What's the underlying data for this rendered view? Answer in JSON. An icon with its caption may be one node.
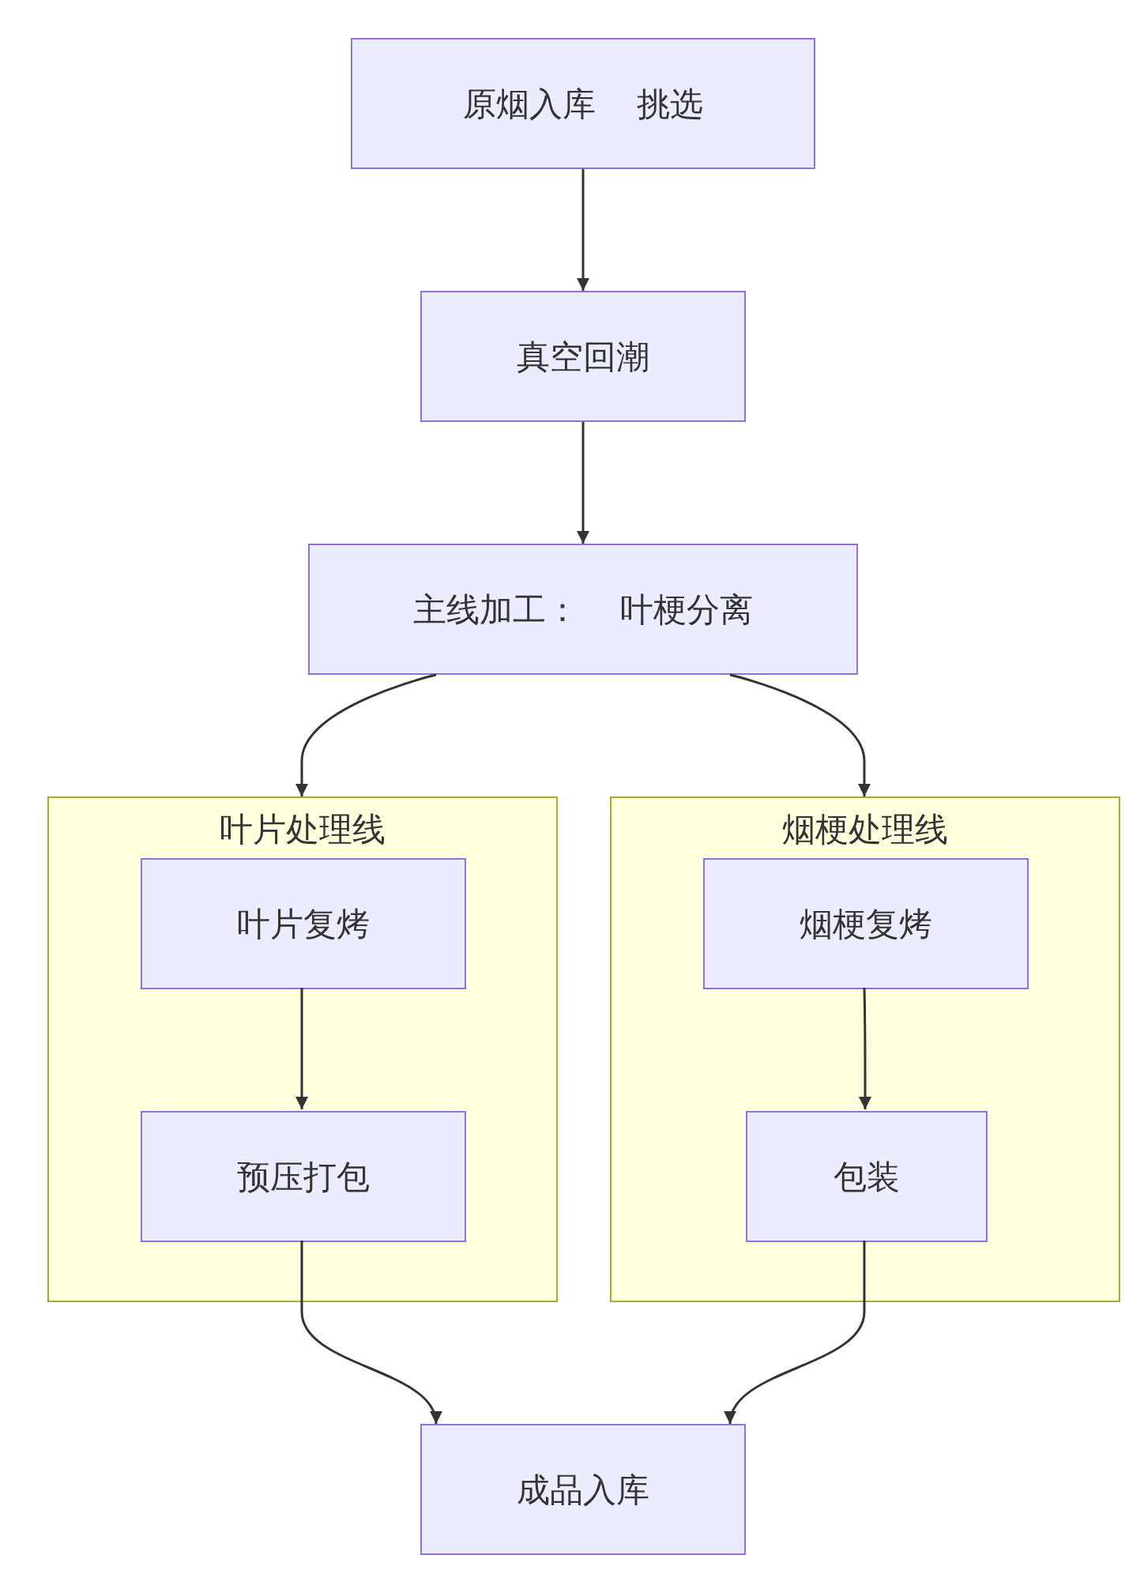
{
  "diagram": {
    "nodes": [
      {
        "text": [
          "原烟入库 挑选"
        ]
      },
      {
        "text": [
          "真空回潮"
        ]
      },
      {
        "text": [
          "主线加工： 叶梗分离"
        ]
      },
      {
        "text": [
          "叶片处理线"
        ]
      },
      {
        "text": [
          "叶片复烤"
        ],
        "in": 3
      },
      {
        "text": [
          "预压打包"
        ],
        "in": 3
      },
      {
        "text": [
          "烟梗处理线"
        ]
      },
      {
        "text": [
          "烟梗复烤"
        ],
        "in": 6
      },
      {
        "text": [
          "包装"
        ],
        "in": 6
      },
      {
        "text": [
          "成品入库"
        ]
      }
    ],
    "edges": [
      {
        "from": 0,
        "to": 1,
        "arrow": "to"
      },
      {
        "from": 1,
        "to": 2,
        "arrow": "to"
      },
      {
        "from": 2,
        "to": 3,
        "arrow": "to"
      },
      {
        "from": 2,
        "to": 6,
        "arrow": "to"
      },
      {
        "from": 4,
        "to": 5,
        "arrow": "to"
      },
      {
        "from": 7,
        "to": 8,
        "arrow": "to"
      },
      {
        "from": 5,
        "to": 9,
        "arrow": "to"
      },
      {
        "from": 8,
        "to": 9,
        "arrow": "to"
      }
    ]
  }
}
